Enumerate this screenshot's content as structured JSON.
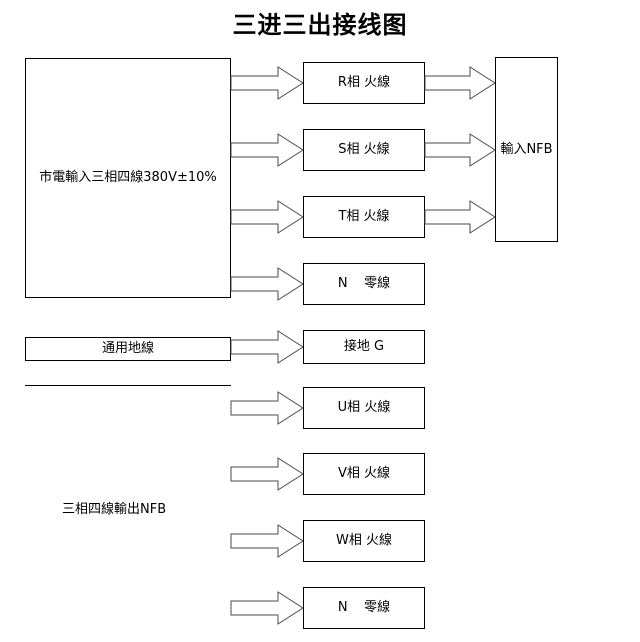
{
  "title": "三进三出接线图",
  "source_box": {
    "label": "市電輸入三相四線380V±10%"
  },
  "ground_box": {
    "label": "通用地線"
  },
  "output_nfb_label": "三相四線輸出NFB",
  "input_nfb_box": {
    "label": "輸入NFB"
  },
  "input_lines": [
    {
      "label": "R相 火線"
    },
    {
      "label": "S相 火線"
    },
    {
      "label": "T相 火線"
    },
    {
      "label": "N    零線"
    }
  ],
  "output_lines": [
    {
      "label": "接地 G"
    },
    {
      "label": "U相 火線"
    },
    {
      "label": "V相 火線"
    },
    {
      "label": "W相 火線"
    },
    {
      "label": "N    零線"
    }
  ],
  "colors": {
    "line": "#000000",
    "arrow_stroke": "#4a4a4a",
    "fill": "#ffffff",
    "text": "#000000"
  }
}
